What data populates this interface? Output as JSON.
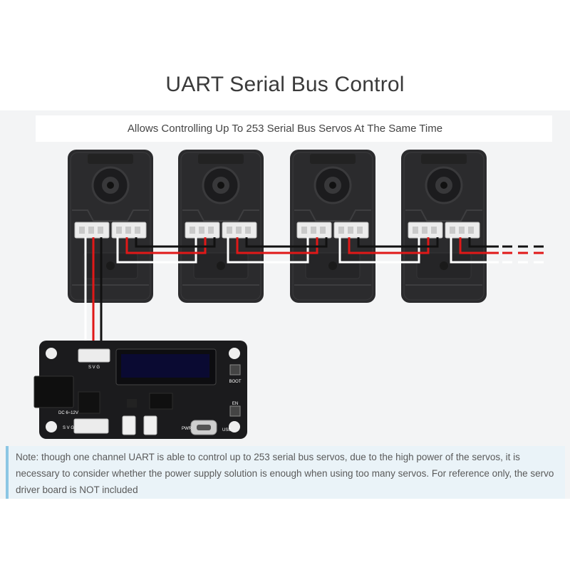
{
  "title": "UART Serial Bus Control",
  "subtitle": "Allows Controlling Up To 253 Serial Bus Servos At The Same Time",
  "board": {
    "connector_label": "S V G",
    "power_label": "DC 6~12V",
    "boot_label": "BOOT",
    "en_label": "EN",
    "pwr_label": "PWR",
    "usb_label": "USB",
    "bottom_connector_label": "S V G"
  },
  "servo_count_shown": 4,
  "note": "Note: though one channel UART is able to control up to 253 serial bus servos, due to the high power of the servos, it is necessary to consider whether the power supply solution is enough when using too many servos. For reference only, the servo driver board is NOT included",
  "colors": {
    "wire_red": "#e01818",
    "wire_black": "#111111",
    "wire_white": "#ffffff",
    "servo_body": "#2b2b2d",
    "note_border": "#8cc6e4",
    "note_bg": "#eaf3f8"
  }
}
